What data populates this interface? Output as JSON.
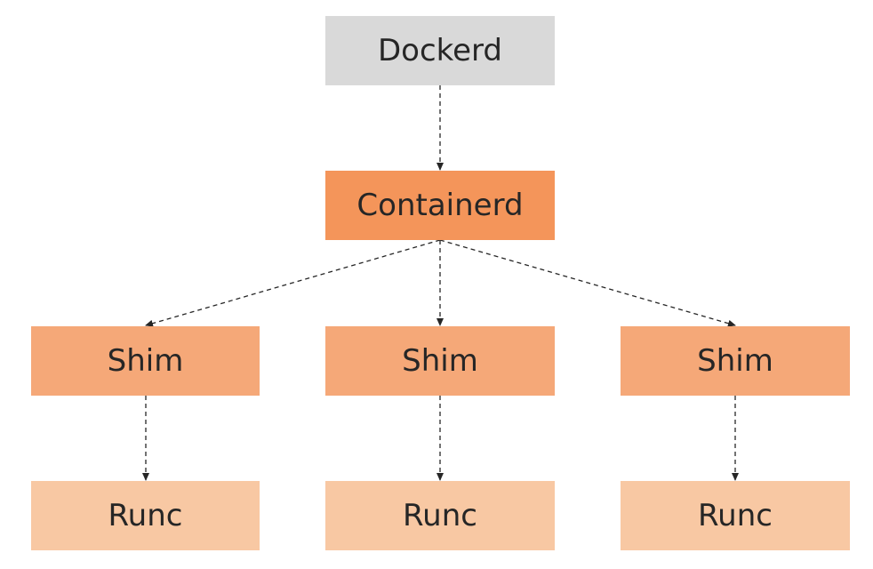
{
  "nodes": {
    "dockerd": {
      "label": "Dockerd",
      "color": "#D9D9D9"
    },
    "containerd": {
      "label": "Containerd",
      "color": "#F4955A"
    },
    "shim": [
      {
        "label": "Shim",
        "color": "#F5A878"
      },
      {
        "label": "Shim",
        "color": "#F5A878"
      },
      {
        "label": "Shim",
        "color": "#F5A878"
      }
    ],
    "runc": [
      {
        "label": "Runc",
        "color": "#F8C8A3"
      },
      {
        "label": "Runc",
        "color": "#F8C8A3"
      },
      {
        "label": "Runc",
        "color": "#F8C8A3"
      }
    ]
  },
  "edges": [
    {
      "from": "dockerd",
      "to": "containerd",
      "style": "dashed-arrow"
    },
    {
      "from": "containerd",
      "to": "shim.0",
      "style": "dashed-arrow"
    },
    {
      "from": "containerd",
      "to": "shim.1",
      "style": "dashed-arrow"
    },
    {
      "from": "containerd",
      "to": "shim.2",
      "style": "dashed-arrow"
    },
    {
      "from": "shim.0",
      "to": "runc.0",
      "style": "dashed-arrow"
    },
    {
      "from": "shim.1",
      "to": "runc.1",
      "style": "dashed-arrow"
    },
    {
      "from": "shim.2",
      "to": "runc.2",
      "style": "dashed-arrow"
    }
  ],
  "colors": {
    "edge": "#262626",
    "text": "#262626"
  }
}
